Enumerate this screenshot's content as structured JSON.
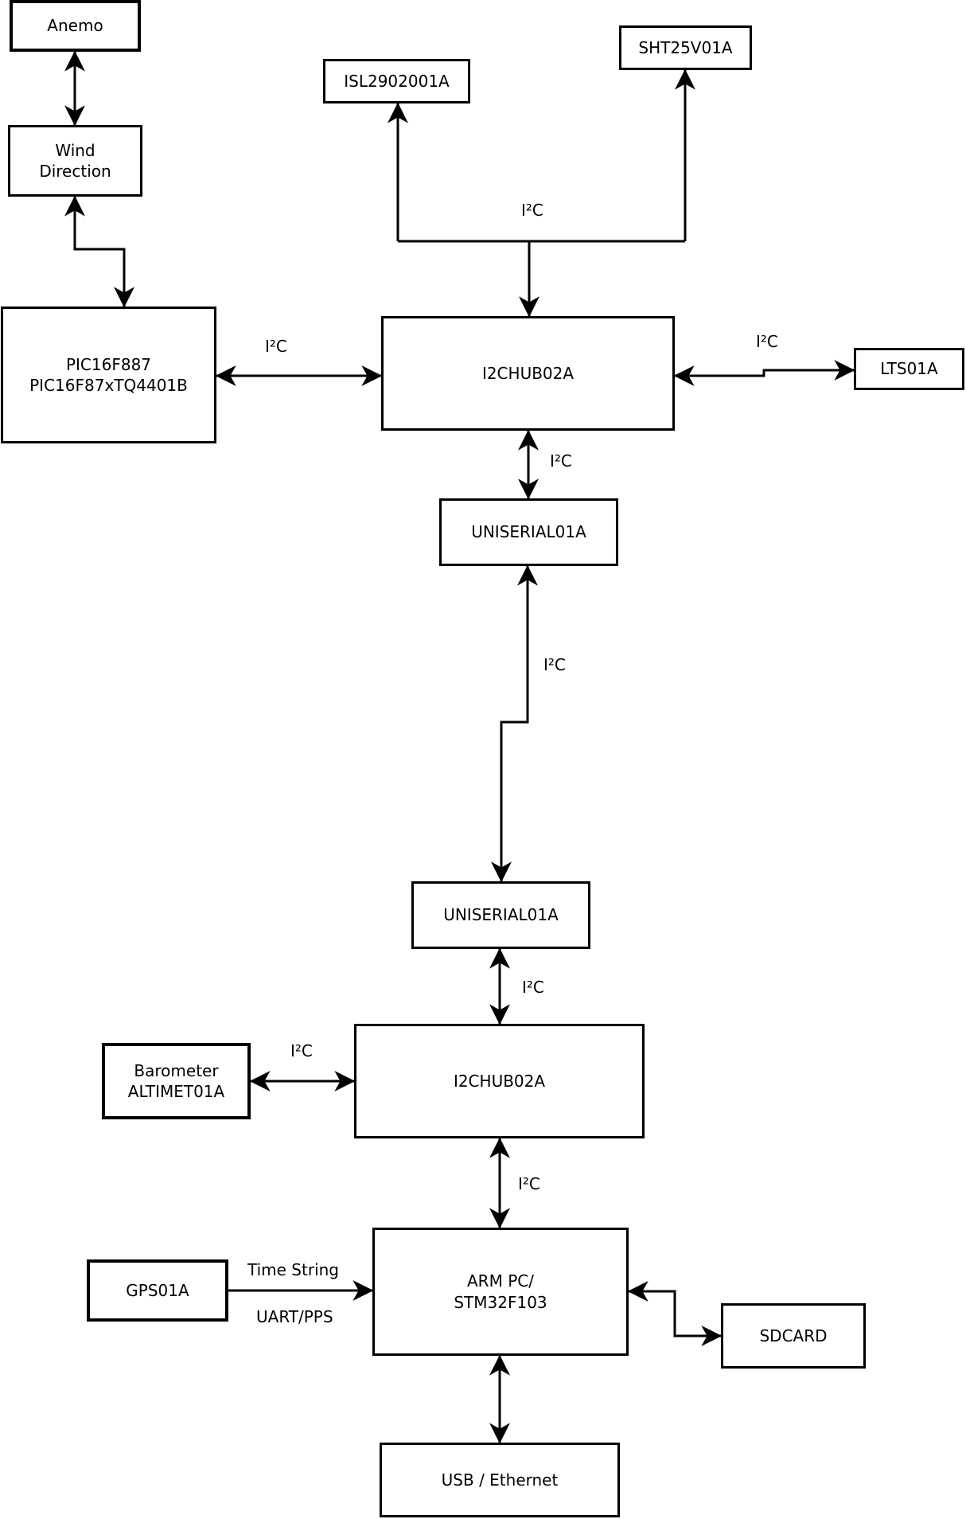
{
  "diagram": {
    "background": "#ffffff",
    "line_color": "#000000",
    "box_fill": "#ffffff",
    "nodes": {
      "anemo": {
        "label": "Anemo"
      },
      "wind_direction": {
        "label": "Wind\nDirection"
      },
      "isl": {
        "label": "ISL2902001A"
      },
      "sht": {
        "label": "SHT25V01A"
      },
      "pic": {
        "label": "PIC16F887\nPIC16F87xTQ4401B"
      },
      "i2chub_top": {
        "label": "I2CHUB02A"
      },
      "lts": {
        "label": "LTS01A"
      },
      "uniserial_top": {
        "label": "UNISERIAL01A"
      },
      "uniserial_bottom": {
        "label": "UNISERIAL01A"
      },
      "i2chub_bottom": {
        "label": "I2CHUB02A"
      },
      "barometer": {
        "label": "Barometer\nALTIMET01A"
      },
      "gps": {
        "label": "GPS01A"
      },
      "arm_pc": {
        "label": "ARM PC/\nSTM32F103"
      },
      "sdcard": {
        "label": "SDCARD"
      },
      "usb_ethernet": {
        "label": "USB / Ethernet"
      }
    },
    "edge_labels": {
      "i2c_sensor_bus": "I²C",
      "i2c_pic_hub": "I²C",
      "i2c_hub_lts": "I²C",
      "i2c_hub_uniserial": "I²C",
      "i2c_uniserial_link": "I²C",
      "i2c_uniserial_hub2": "I²C",
      "i2c_barometer_hub2": "I²C",
      "i2c_hub2_arm": "I²C",
      "gps_time_string": "Time String",
      "gps_uart_pps": "UART/PPS"
    }
  }
}
